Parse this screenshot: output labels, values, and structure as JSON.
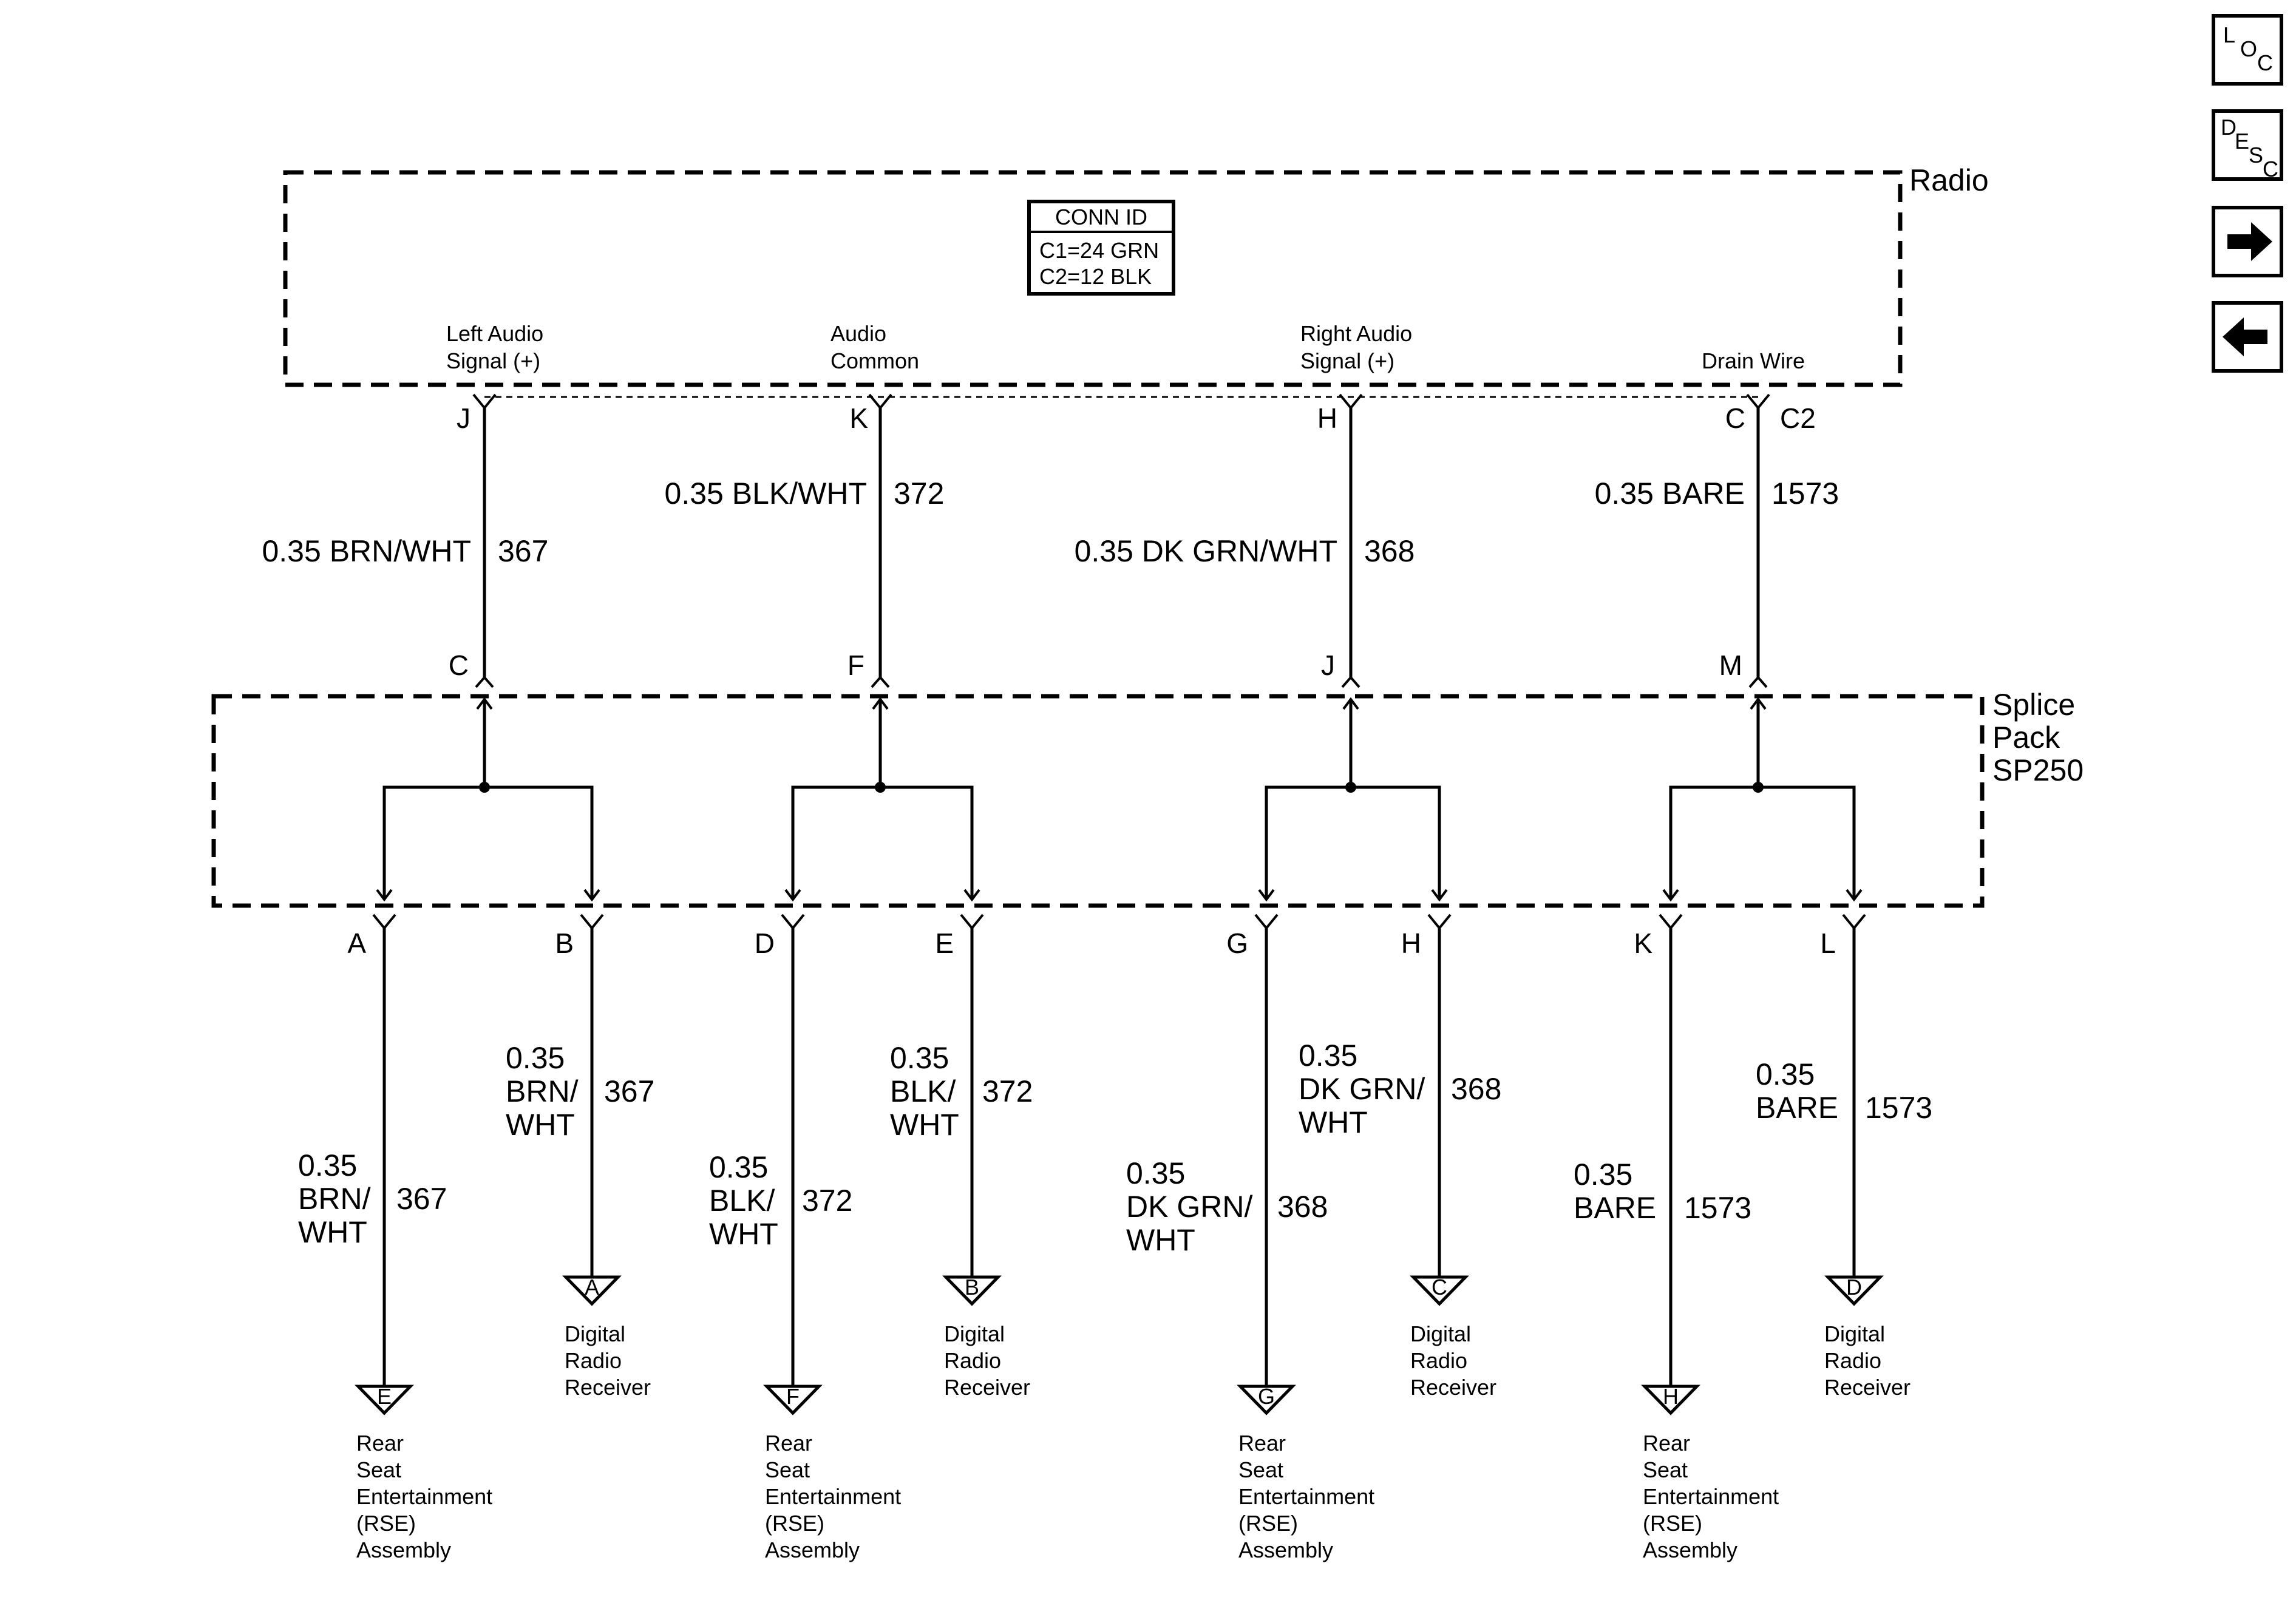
{
  "radio": {
    "label": "Radio",
    "conn_id": {
      "title": "CONN ID",
      "line1": "C1=24 GRN",
      "line2": "C2=12 BLK"
    },
    "signals": [
      {
        "line1": "Left Audio",
        "line2": "Signal (+)"
      },
      {
        "line1": "Audio",
        "line2": "Common"
      },
      {
        "line1": "Right Audio",
        "line2": "Signal (+)"
      },
      {
        "line1": "",
        "line2": "Drain Wire"
      }
    ],
    "pins": [
      "J",
      "K",
      "H",
      "C"
    ],
    "connector": "C2"
  },
  "upper_wires": [
    {
      "gauge_color": "0.35 BRN/WHT",
      "circuit": "367"
    },
    {
      "gauge_color": "0.35 BLK/WHT",
      "circuit": "372"
    },
    {
      "gauge_color": "0.35 DK GRN/WHT",
      "circuit": "368"
    },
    {
      "gauge_color": "0.35 BARE",
      "circuit": "1573"
    }
  ],
  "splice_pack": {
    "label_line1": "Splice",
    "label_line2": "Pack",
    "label_line3": "SP250",
    "input_pins": [
      "C",
      "F",
      "J",
      "M"
    ],
    "output_pins": [
      "A",
      "B",
      "D",
      "E",
      "G",
      "H",
      "K",
      "L"
    ]
  },
  "lower_wires": [
    {
      "l1": "0.35",
      "l2": "BRN/",
      "l3": "WHT",
      "circuit": "367"
    },
    {
      "l1": "0.35",
      "l2": "BRN/",
      "l3": "WHT",
      "circuit": "367"
    },
    {
      "l1": "0.35",
      "l2": "BLK/",
      "l3": "WHT",
      "circuit": "372"
    },
    {
      "l1": "0.35",
      "l2": "BLK/",
      "l3": "WHT",
      "circuit": "372"
    },
    {
      "l1": "0.35",
      "l2": "DK GRN/",
      "l3": "WHT",
      "circuit": "368"
    },
    {
      "l1": "0.35",
      "l2": "DK GRN/",
      "l3": "WHT",
      "circuit": "368"
    },
    {
      "l1": "0.35",
      "l2": "BARE",
      "l3": "",
      "circuit": "1573"
    },
    {
      "l1": "0.35",
      "l2": "BARE",
      "l3": "",
      "circuit": "1573"
    }
  ],
  "offpage": [
    {
      "letter": "E",
      "lines": [
        "Rear",
        "Seat",
        "Entertainment",
        "(RSE)",
        "Assembly"
      ]
    },
    {
      "letter": "A",
      "lines": [
        "Digital",
        "Radio",
        "Receiver"
      ]
    },
    {
      "letter": "F",
      "lines": [
        "Rear",
        "Seat",
        "Entertainment",
        "(RSE)",
        "Assembly"
      ]
    },
    {
      "letter": "B",
      "lines": [
        "Digital",
        "Radio",
        "Receiver"
      ]
    },
    {
      "letter": "G",
      "lines": [
        "Rear",
        "Seat",
        "Entertainment",
        "(RSE)",
        "Assembly"
      ]
    },
    {
      "letter": "C",
      "lines": [
        "Digital",
        "Radio",
        "Receiver"
      ]
    },
    {
      "letter": "H",
      "lines": [
        "Rear",
        "Seat",
        "Entertainment",
        "(RSE)",
        "Assembly"
      ]
    },
    {
      "letter": "D",
      "lines": [
        "Digital",
        "Radio",
        "Receiver"
      ]
    }
  ],
  "nav": {
    "loc": {
      "c1": "L",
      "c2": "O",
      "c3": "C"
    },
    "desc": {
      "c1": "D",
      "c2": "E",
      "c3": "S",
      "c4": "C"
    },
    "icons": [
      "right-arrow-icon",
      "left-arrow-icon"
    ]
  }
}
